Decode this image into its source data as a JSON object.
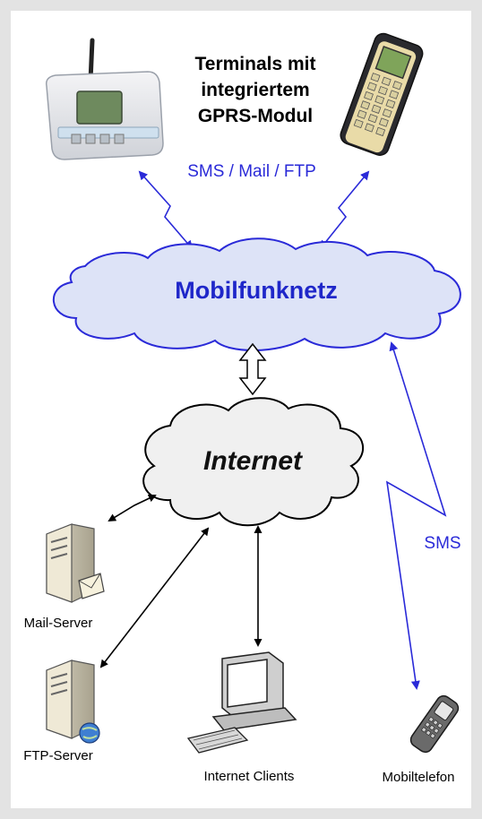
{
  "header": {
    "terminals_line1": "Terminals mit",
    "terminals_line2": "integriertem",
    "terminals_line3": "GPRS-Modul"
  },
  "links": {
    "terminal_protocols": "SMS / Mail / FTP",
    "sms": "SMS"
  },
  "clouds": {
    "mobile_network": "Mobilfunknetz",
    "internet": "Internet"
  },
  "devices": {
    "mail_server": "Mail-Server",
    "ftp_server": "FTP-Server",
    "internet_clients": "Internet Clients",
    "mobile_phone": "Mobiltelefon"
  },
  "colors": {
    "wireless_link": "#2a2ad8",
    "mobile_cloud_fill": "#dde3f7",
    "mobile_cloud_text": "#1f27c9",
    "internet_cloud_fill": "#f0f0f0",
    "wired_link": "#000000"
  }
}
